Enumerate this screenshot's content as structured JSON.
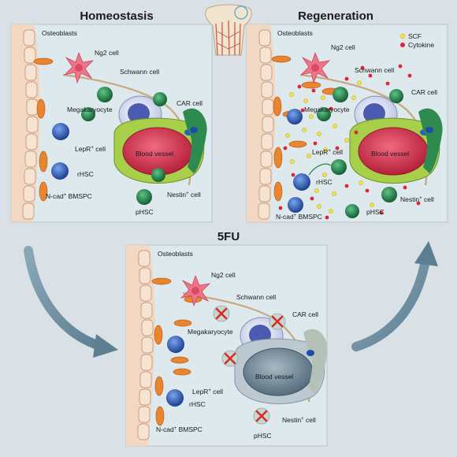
{
  "titles": {
    "homeostasis": "Homeostasis",
    "regeneration": "Regeneration",
    "fu": "5FU"
  },
  "labels": {
    "osteoblasts": "Osteoblasts",
    "ng2": "Ng2 cell",
    "schwann": "Schwann cell",
    "car": "CAR cell",
    "megakaryocyte": "Megakaryocyte",
    "lepr": "LepR",
    "lepr_suffix": " cell",
    "blood_vessel": "Blood vessel",
    "rhsc": "rHSC",
    "ncad": "N-cad",
    "bmspc": " BMSPC",
    "nestin": "Nestin",
    "nestin_suffix": " cell",
    "phsc": "pHSC",
    "plus": "+"
  },
  "legend": {
    "scf": "SCF",
    "cytokine": "Cytokine"
  },
  "colors": {
    "panel_bg": "#dce8ec",
    "osteoblast": "#f3d9c4",
    "ng2": "#f07a8a",
    "car": "#2e8a4e",
    "hsc_green": "#1d8a4a",
    "rhsc_blue": "#2a5fc4",
    "vessel": "#d8324e",
    "lepr": "#a7cf4a",
    "bmspc": "#e77d2a",
    "scf": "#f5e142",
    "cytokine": "#d9283a",
    "arrow": "#6e8fa1"
  }
}
